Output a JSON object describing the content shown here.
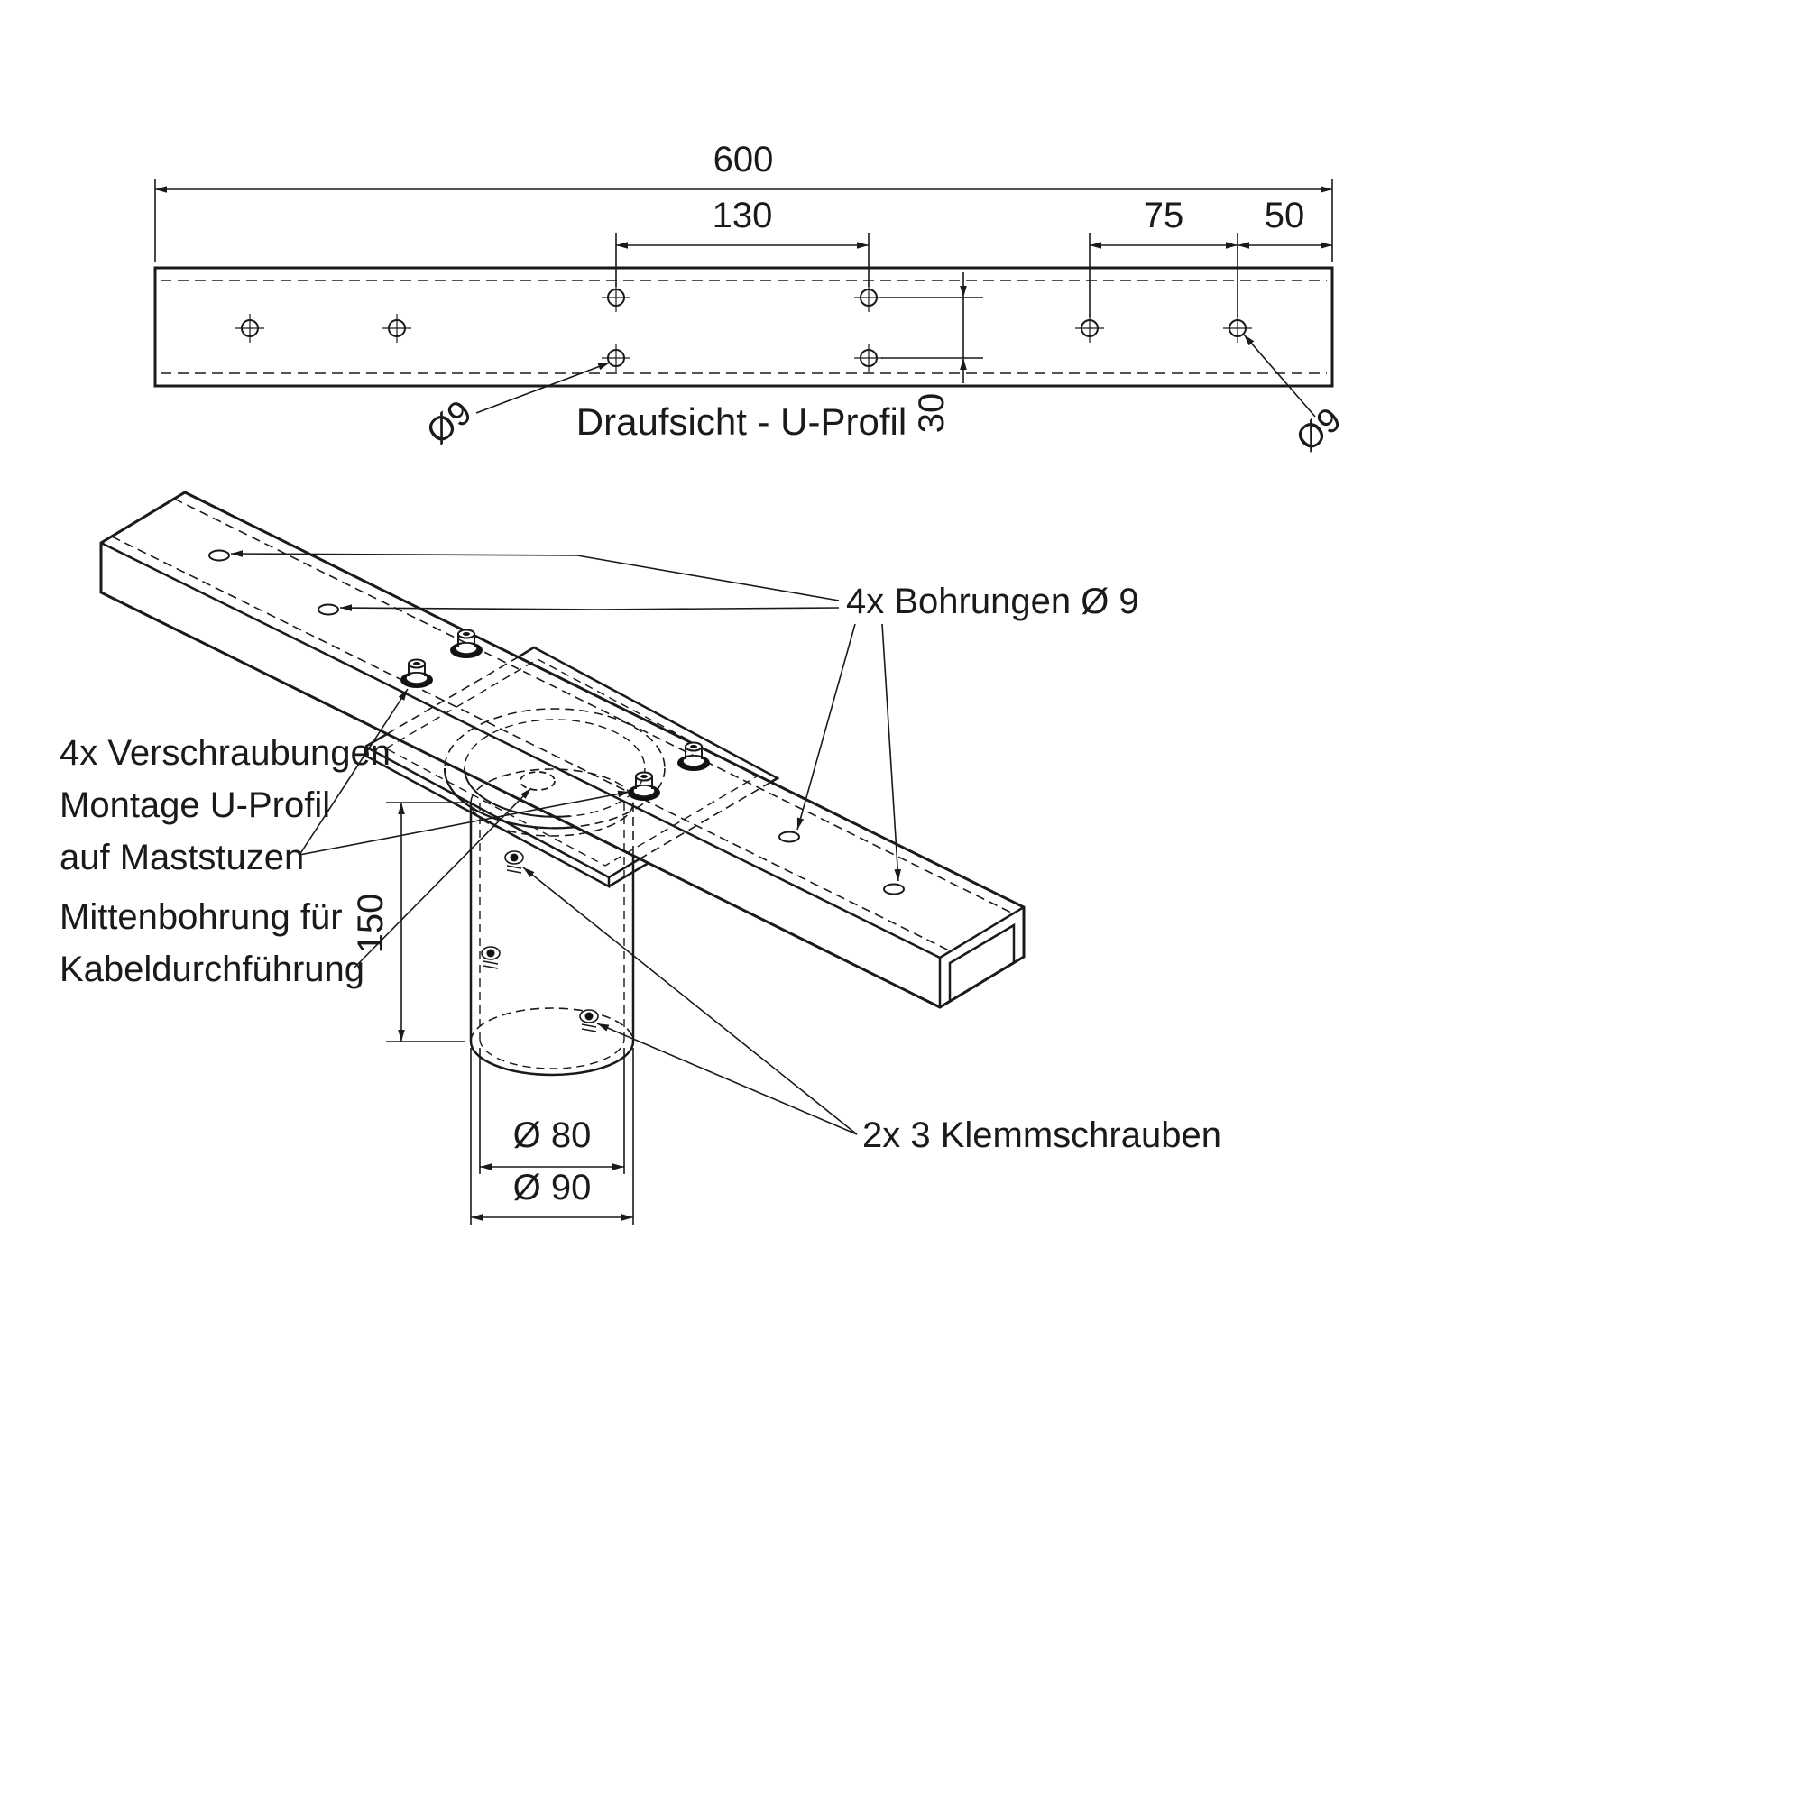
{
  "drawing": {
    "top_view": {
      "title": "Draufsicht - U-Profil",
      "dims": {
        "total_length": "600",
        "center_hole_spacing": "130",
        "right_hole_spacing": "75",
        "right_end_offset": "50",
        "row_offset": "30",
        "hole_dia_left": "Ø9",
        "hole_dia_right": "Ø9"
      }
    },
    "iso_view": {
      "labels": {
        "bohrungen": "4x Bohrungen Ø 9",
        "verschraubungen_line1": "4x Verschraubungen",
        "verschraubungen_line2": "Montage U-Profil",
        "verschraubungen_line3": "auf Maststuzen",
        "mittenbohrung_line1": "Mittenbohrung für",
        "mittenbohrung_line2": "Kabeldurchführung",
        "klemmschrauben": "2x 3 Klemmschrauben"
      },
      "dims": {
        "mast_length": "150",
        "inner_dia": "Ø 80",
        "outer_dia": "Ø 90"
      }
    },
    "colors": {
      "line": "#1a1a1a",
      "background": "#ffffff"
    }
  }
}
